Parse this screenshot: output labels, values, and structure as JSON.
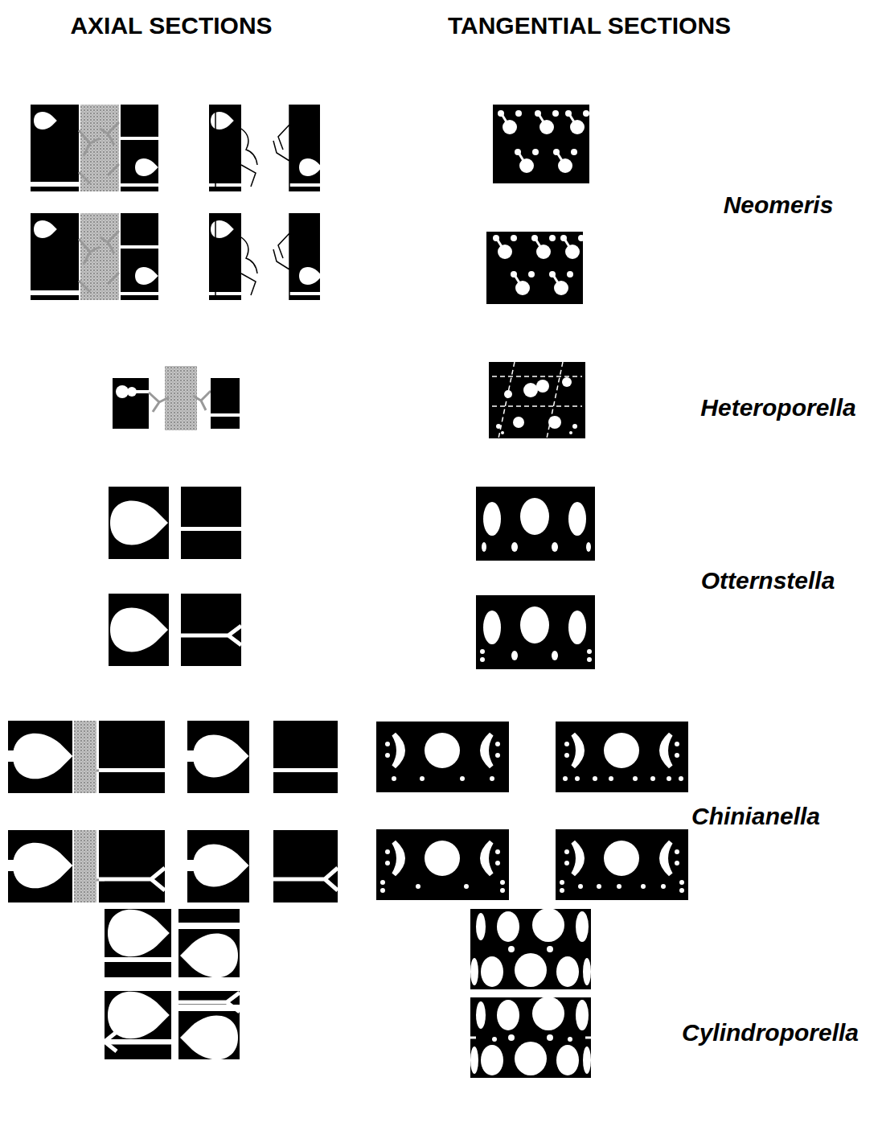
{
  "diagram": {
    "labels": [
      "AXIAL SECTIONS",
      "TANGENTIAL SECTIONS",
      "Neomeris",
      "Heteroporella",
      "Otternstella",
      "Chinianella",
      "Cylindroporella"
    ]
  }
}
